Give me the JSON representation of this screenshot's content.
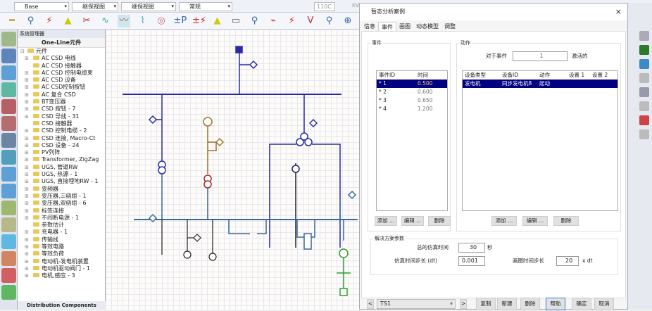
{
  "toolbar": {
    "base_combo": "Base",
    "view_combo1": "继保视图",
    "view_combo2": "继保视图",
    "mode_combo": "常规",
    "voltage_value": "110C",
    "voltage_unit": "kV",
    "icons": [
      "cable-icon",
      "pq-load-icon",
      "fault-icon",
      "warning-icon",
      "switch-icon",
      "waveform-icon",
      "harmonic-icon",
      "curve-icon",
      "motor-icon",
      "plus-minus-p-icon",
      "plus-minus-fault-icon",
      "plus-minus-warning-icon",
      "battery-icon",
      "pq-icon",
      "pv-icon",
      "ground-fault-icon",
      "voltage-profile-icon",
      "pq-meter-icon",
      "network-icon"
    ]
  },
  "left_strip": {
    "icons": [
      "tree-icon",
      "one-line-icon",
      "protection-icon",
      "motor-icon",
      "control-panel-icon",
      "3d-icon",
      "cable-icon",
      "gis-icon",
      "sld-icon",
      "relay-icon",
      "map-icon",
      "calc-icon",
      "recycle-icon",
      "dist1-icon",
      "dist2-icon",
      "dist3-icon"
    ]
  },
  "tree": {
    "panel_title": "系统管理器",
    "section_title": "One-Line元件",
    "footer": "Distribution Components",
    "items": [
      {
        "label": "元件",
        "expanded": true,
        "root": true
      },
      {
        "label": "AC CSD 电线",
        "plus": true
      },
      {
        "label": "AC CSD 接触器",
        "plus": false
      },
      {
        "label": "AC CSD 控制电缆束",
        "plus": true
      },
      {
        "label": "AC CSD 设备",
        "plus": true
      },
      {
        "label": "AC CSD控制按钮",
        "plus": true
      },
      {
        "label": "AC 复合 CSD",
        "plus": true
      },
      {
        "label": "BT变压器",
        "plus": true
      },
      {
        "label": "CSD 按钮 - 7",
        "plus": true
      },
      {
        "label": "CSD 导线 - 31",
        "plus": true
      },
      {
        "label": "CSD 接触器",
        "plus": false
      },
      {
        "label": "CSD 控制电缆 - 2",
        "plus": true
      },
      {
        "label": "CSD 连接, Macro-Ct",
        "plus": true
      },
      {
        "label": "CSD 设备 - 24",
        "plus": true
      },
      {
        "label": "PV列阵",
        "plus": true
      },
      {
        "label": "Transformer, ZigZag",
        "plus": true
      },
      {
        "label": "UGS, 管道RW",
        "plus": true
      },
      {
        "label": "UGS, 热源 - 1",
        "plus": true
      },
      {
        "label": "UGS, 直接埋地RW - 1",
        "plus": true
      },
      {
        "label": "变频器",
        "plus": true
      },
      {
        "label": "变压器,三绕组 - 1",
        "plus": true
      },
      {
        "label": "变压器,双绕组 - 6",
        "plus": true
      },
      {
        "label": "标签连接",
        "plus": true
      },
      {
        "label": "不间断电源 - 1",
        "plus": true
      },
      {
        "label": "参数估计",
        "plus": false
      },
      {
        "label": "充电器 - 1",
        "plus": true
      },
      {
        "label": "传输线",
        "plus": true
      },
      {
        "label": "等效电路",
        "plus": true
      },
      {
        "label": "等效负荷",
        "plus": true
      },
      {
        "label": "电动机-发电机装置",
        "plus": true
      },
      {
        "label": "电动机驱动阀门 - 1",
        "plus": true
      },
      {
        "label": "电机,感应 - 3",
        "plus": true
      }
    ]
  },
  "dialog": {
    "title": "暂态分析案例",
    "close": "×",
    "tabs": [
      {
        "label": "信息"
      },
      {
        "label": "事件",
        "active": true
      },
      {
        "label": "画图"
      },
      {
        "label": "动态模型"
      },
      {
        "label": "调整"
      }
    ],
    "events": {
      "group_label": "事件",
      "columns": [
        "事件ID",
        "时间"
      ],
      "rows": [
        {
          "id": "* 1",
          "time": "0.500",
          "selected": true
        },
        {
          "id": "* 2",
          "time": "0.600"
        },
        {
          "id": "* 3",
          "time": "0.650"
        },
        {
          "id": "* 4",
          "time": "1.200"
        }
      ],
      "buttons": [
        "添加 ...",
        "编辑 ...",
        "删除"
      ]
    },
    "actions": {
      "group_label": "动作",
      "for_event_label": "对于事件",
      "for_event_value": "1",
      "activated_label": "激活的",
      "columns": [
        "设备类型",
        "设备ID",
        "动作",
        "设置 1",
        "设置 2"
      ],
      "rows": [
        {
          "type": "发电机",
          "id": "同步发电机8",
          "action": "起动",
          "s1": "",
          "s2": "",
          "selected": true
        }
      ],
      "buttons": [
        "添加 ...",
        "编辑 ...",
        "删除"
      ]
    },
    "solution": {
      "group_label": "解决方案参数",
      "total_time_label": "总的仿真时间",
      "total_time_value": "30",
      "total_time_unit": "秒",
      "step_label": "仿真时间步长 (dt)",
      "step_value": "0.001",
      "plot_step_label": "画图时间步长",
      "plot_step_value": "20",
      "plot_step_unit": "x dt"
    },
    "footer": {
      "prev": "<",
      "case_select": "TS1",
      "next": ">",
      "buttons": [
        "复制",
        "新建",
        "删除",
        "帮助",
        "确定",
        "取消"
      ]
    }
  },
  "colors": {
    "selection": "#000080",
    "bus": "#2a2aa8",
    "generator_branch": "#a0722a",
    "green_branch": "#2aa02a"
  }
}
